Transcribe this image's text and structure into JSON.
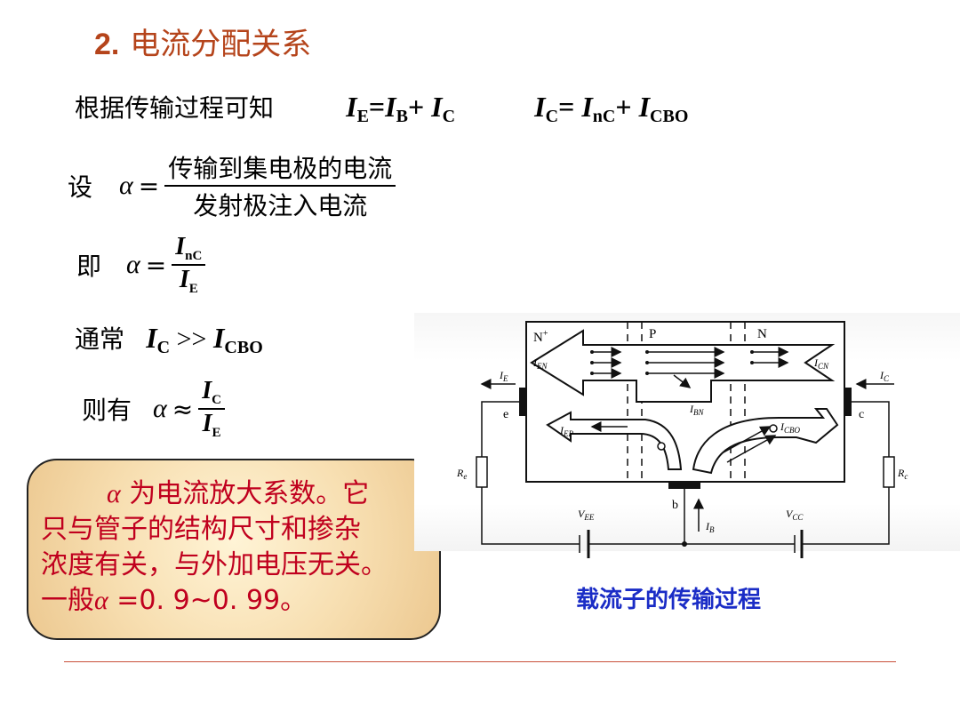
{
  "title": {
    "number": "2.",
    "text": "电流分配关系"
  },
  "line1": {
    "text": "根据传输过程可知",
    "eq1": {
      "IE": "I",
      "E": "E",
      "eq": "=",
      "IB": "I",
      "B": "B",
      "plus": "+ ",
      "IC": "I",
      "C": "C"
    },
    "eq2": {
      "IC": "I",
      "C": "C",
      "eq": "= ",
      "InC": "I",
      "nC": "nC",
      "plus": "+ ",
      "ICBO": "I",
      "CBO": "CBO"
    }
  },
  "def": {
    "prefix": "设",
    "alpha": "α",
    "eq": "=",
    "numerator": "传输到集电极的电流",
    "denominator": "发射极注入电流"
  },
  "ie": {
    "prefix": "即",
    "alpha": "α",
    "eq": "=",
    "num_I": "I",
    "num_sub": "nC",
    "den_I": "I",
    "den_sub": "E"
  },
  "usually": {
    "prefix": "通常",
    "I1": "I",
    "s1": "C",
    "op": " >> ",
    "I2": "I",
    "s2": "CBO"
  },
  "then": {
    "prefix": "则有",
    "alpha": "α",
    "approx": "≈",
    "num_I": "I",
    "num_sub": "C",
    "den_I": "I",
    "den_sub": "E"
  },
  "callout": {
    "alpha": "α",
    "line1": " 为电流放大系数。它",
    "line2": "只与管子的结构尺寸和掺杂",
    "line3": "浓度有关，与外加电压无关。",
    "line4_prefix": "一般",
    "line4_alpha": "α",
    "line4_value": " =0. 9~0. 99。"
  },
  "diagram": {
    "regions": {
      "emitter": "N",
      "emitter_sup": "+",
      "base": "P",
      "collector": "N"
    },
    "currents": {
      "IEN": "I",
      "IEN_sub": "EN",
      "ICN": "I",
      "ICN_sub": "CN",
      "IBN": "I",
      "IBN_sub": "BN",
      "IEP": "I",
      "IEP_sub": "EP",
      "ICBO": "I",
      "ICBO_sub": "CBO",
      "IE": "I",
      "IE_sub": "E",
      "IC": "I",
      "IC_sub": "C",
      "IB": "I",
      "IB_sub": "B"
    },
    "terminals": {
      "e": "e",
      "b": "b",
      "c": "c"
    },
    "resistors": {
      "Re": "R",
      "Re_sub": "e",
      "Rc": "R",
      "Rc_sub": "c"
    },
    "sources": {
      "VEE": "V",
      "VEE_sub": "EE",
      "VCC": "V",
      "VCC_sub": "CC"
    }
  },
  "caption": "载流子的传输过程"
}
